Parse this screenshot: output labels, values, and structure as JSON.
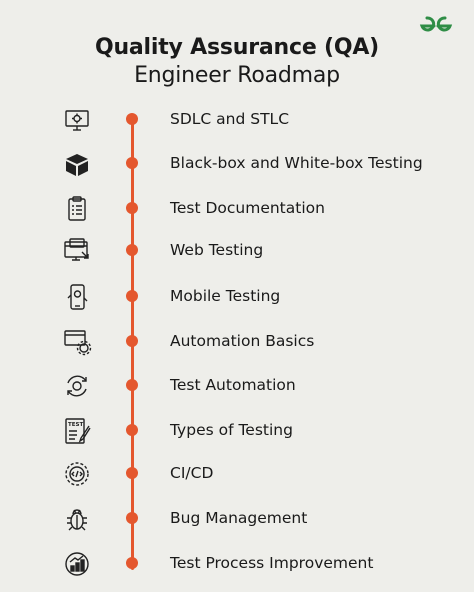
{
  "title": {
    "line1": "Quality Assurance (QA)",
    "line2": "Engineer Roadmap"
  },
  "logo": {
    "icon": "geeksforgeeks-logo-icon",
    "color": "#2f8d46"
  },
  "accent_color": "#e4572e",
  "steps": [
    {
      "label": "SDLC and STLC",
      "icon": "monitor-gear-icon"
    },
    {
      "label": "Black-box and White-box Testing",
      "icon": "box-icon"
    },
    {
      "label": "Test Documentation",
      "icon": "clipboard-icon"
    },
    {
      "label": "Web Testing",
      "icon": "web-browser-icon"
    },
    {
      "label": "Mobile Testing",
      "icon": "mobile-phone-icon"
    },
    {
      "label": "Automation Basics",
      "icon": "automation-gear-icon"
    },
    {
      "label": "Test Automation",
      "icon": "cycle-icon"
    },
    {
      "label": "Types of Testing",
      "icon": "test-sheet-icon"
    },
    {
      "label": "CI/CD",
      "icon": "code-circle-icon"
    },
    {
      "label": "Bug Management",
      "icon": "bug-icon"
    },
    {
      "label": "Test Process Improvement",
      "icon": "improvement-chart-icon"
    }
  ]
}
